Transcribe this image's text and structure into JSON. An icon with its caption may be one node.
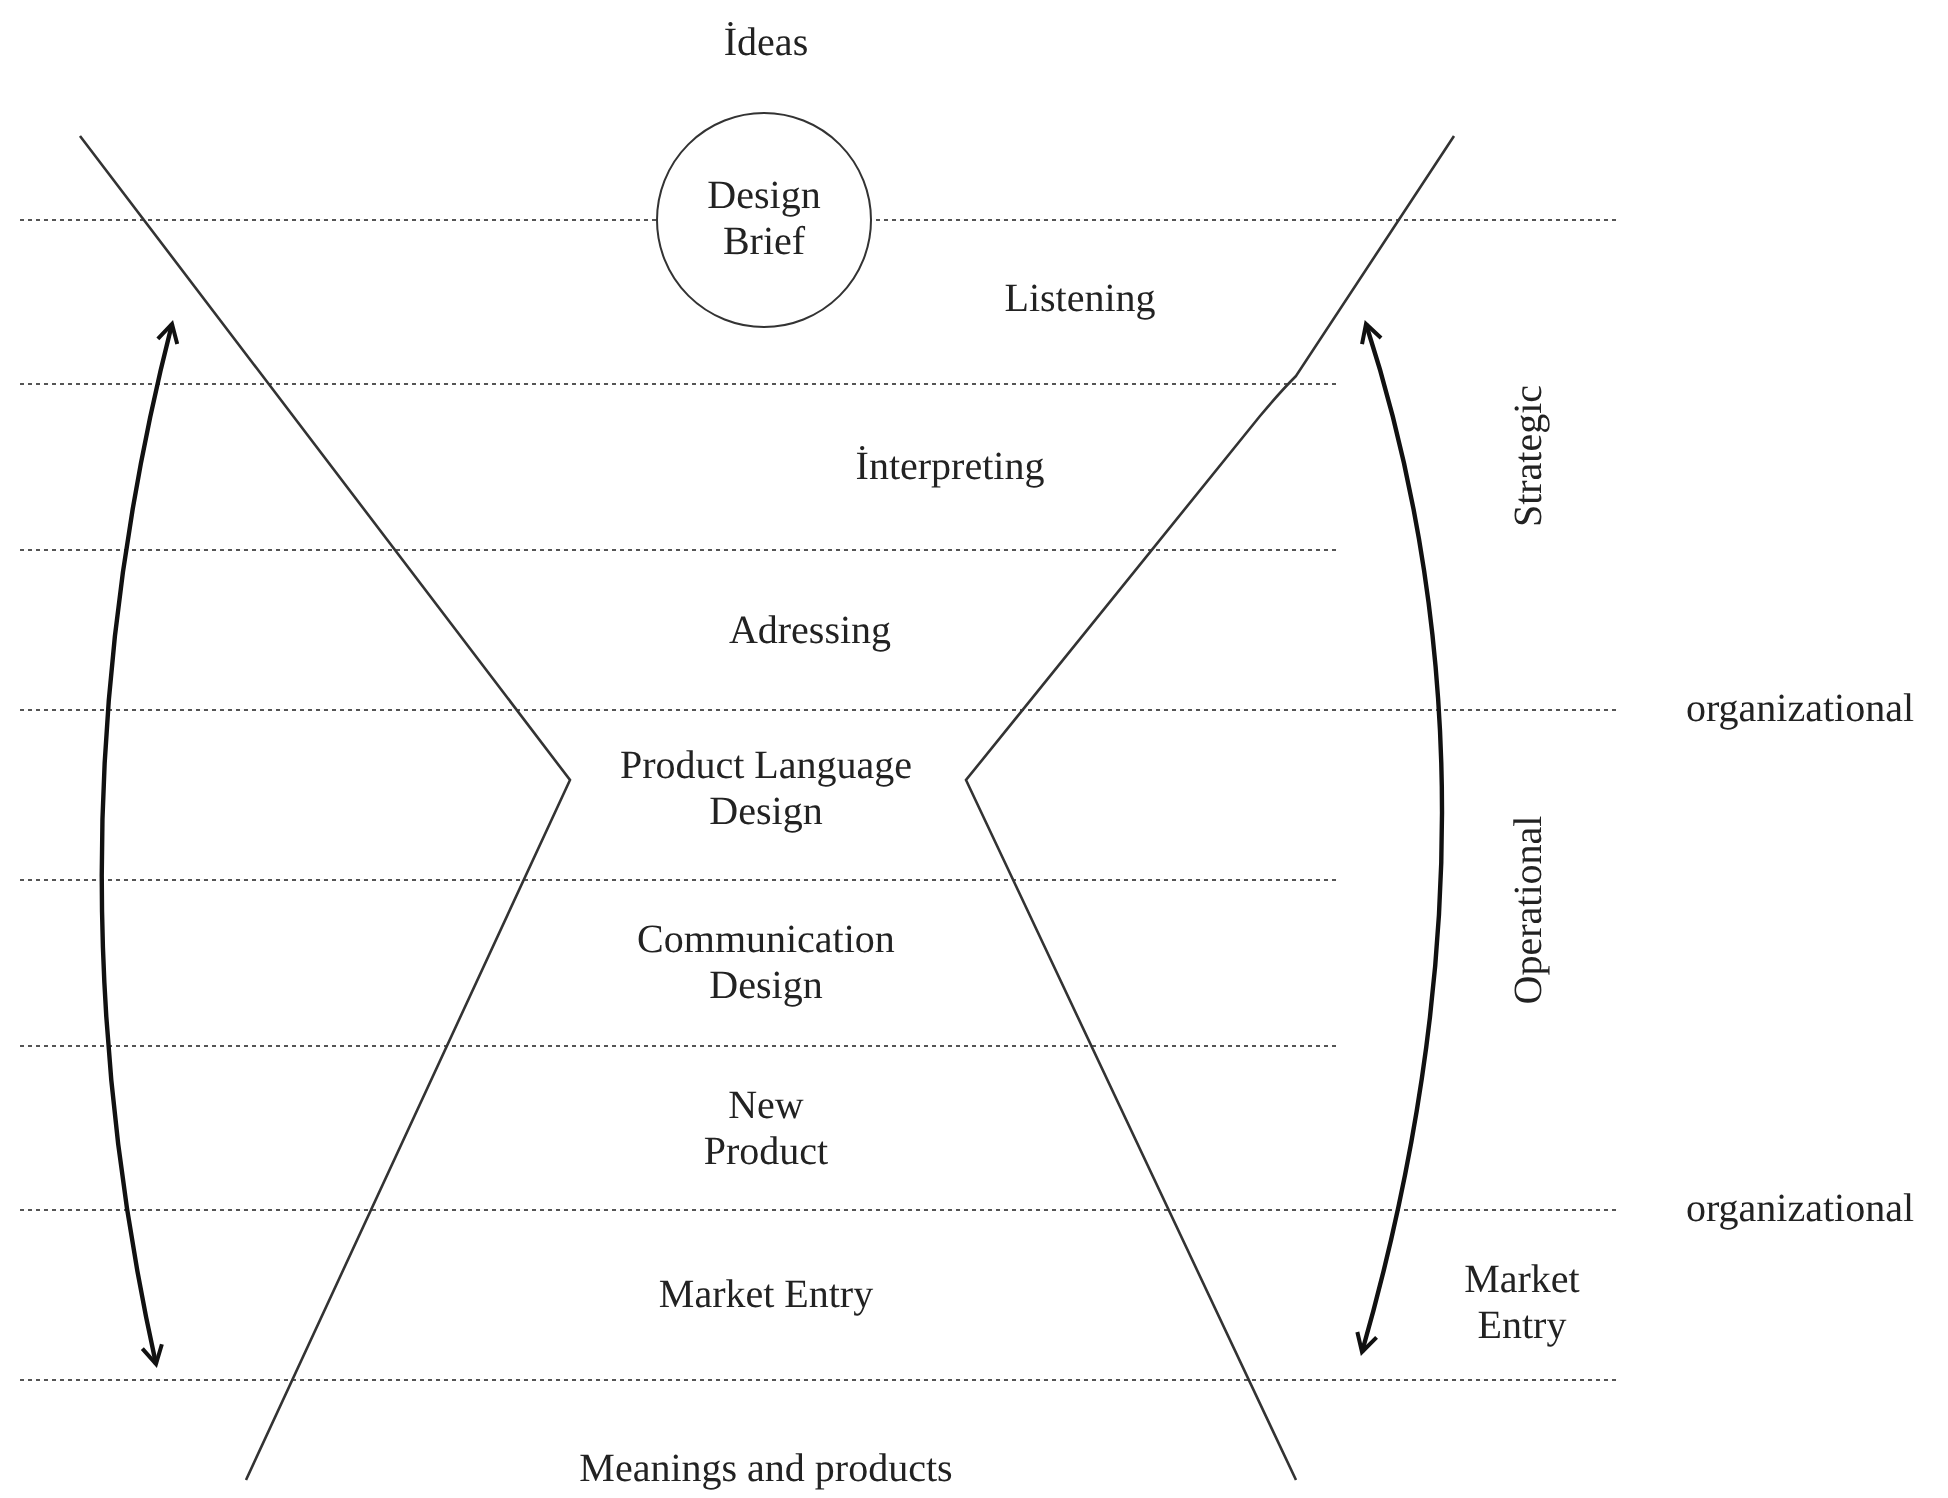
{
  "diagram": {
    "nodes": [
      {
        "text": [
          "Design Brief"
        ]
      }
    ],
    "labels": [
      "İdeas",
      "Listening",
      "İnterpreting",
      "Strategic",
      "Adressing",
      "organizational",
      "Product Language Design",
      "Communication Design",
      "Operational",
      "New Product",
      "organizational",
      "Market Entry",
      "Market Entry",
      "Meanings and products"
    ]
  }
}
